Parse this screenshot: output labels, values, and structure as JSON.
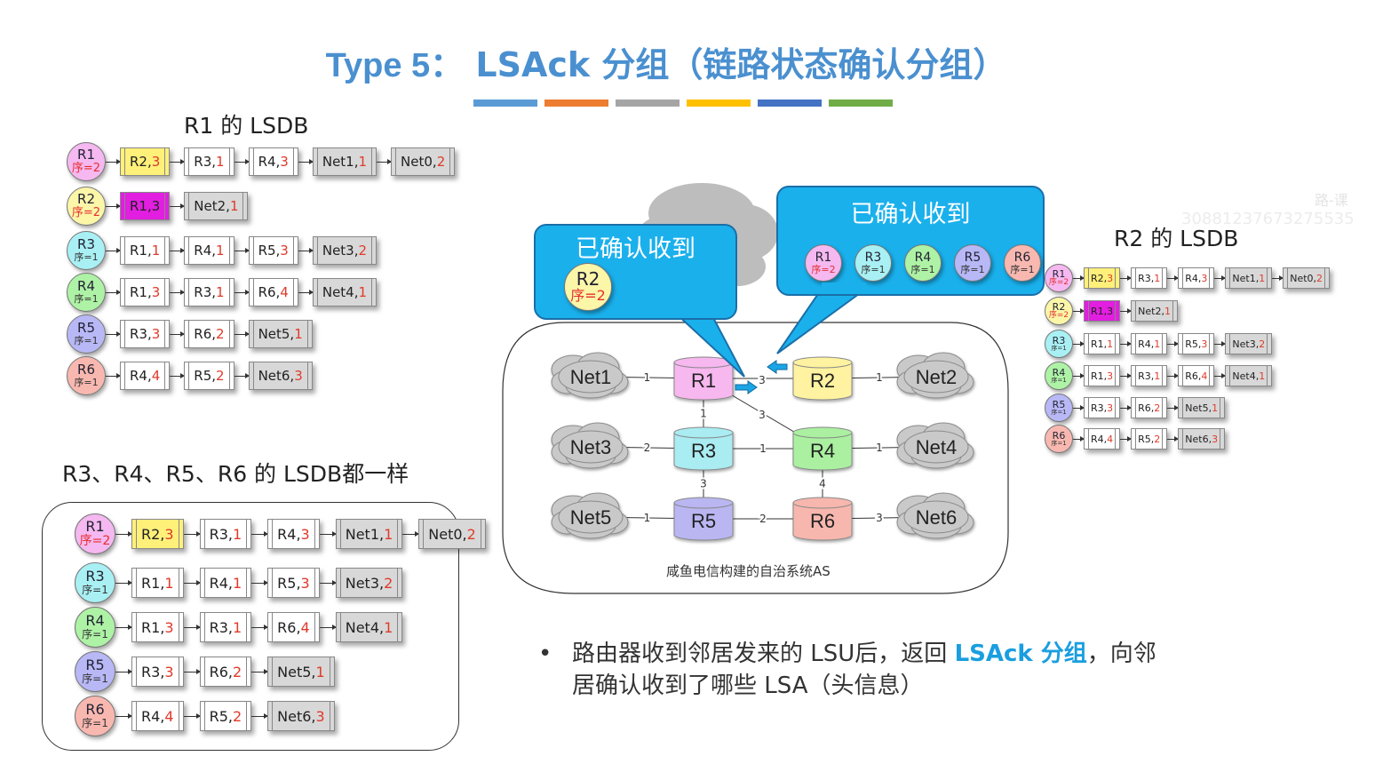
{
  "title": {
    "prefix": "Type 5：",
    "main": "LSAck 分组（链路状态确认分组）"
  },
  "color_bars": [
    "#5b9bd5",
    "#ed7d31",
    "#a5a5a5",
    "#ffc000",
    "#4472c4",
    "#70ad47"
  ],
  "sections": {
    "r1_label": "R1 的 LSDB",
    "r2_label": "R2 的 LSDB",
    "others_label": "R3、R4、R5、R6 的 LSDB都一样"
  },
  "router_colors": {
    "R1": "#f5b8f0",
    "R2": "#fbf6a8",
    "R3": "#a9f0f4",
    "R4": "#aef2a6",
    "R5": "#b8b8f6",
    "R6": "#f8b8b0"
  },
  "lsdb_r1": [
    {
      "router": "R1",
      "seq": "序=2",
      "entries": [
        {
          "name": "R2,",
          "val": "3",
          "style": "yel"
        },
        {
          "name": "R3,",
          "val": "1"
        },
        {
          "name": "R4,",
          "val": "3"
        },
        {
          "name": "Net1,",
          "val": "1",
          "style": "net"
        },
        {
          "name": "Net0,",
          "val": "2",
          "style": "net"
        }
      ]
    },
    {
      "router": "R2",
      "seq": "序=2",
      "entries": [
        {
          "name": "R1,",
          "val": "3",
          "style": "mag"
        },
        {
          "name": "Net2,",
          "val": "1",
          "style": "net"
        }
      ]
    },
    {
      "router": "R3",
      "seq": "序=1",
      "entries": [
        {
          "name": "R1,",
          "val": "1"
        },
        {
          "name": "R4,",
          "val": "1"
        },
        {
          "name": "R5,",
          "val": "3"
        },
        {
          "name": "Net3,",
          "val": "2",
          "style": "net"
        }
      ]
    },
    {
      "router": "R4",
      "seq": "序=1",
      "entries": [
        {
          "name": "R1,",
          "val": "3"
        },
        {
          "name": "R3,",
          "val": "1"
        },
        {
          "name": "R6,",
          "val": "4"
        },
        {
          "name": "Net4,",
          "val": "1",
          "style": "net"
        }
      ]
    },
    {
      "router": "R5",
      "seq": "序=1",
      "entries": [
        {
          "name": "R3,",
          "val": "3"
        },
        {
          "name": "R6,",
          "val": "2"
        },
        {
          "name": "Net5,",
          "val": "1",
          "style": "net"
        }
      ]
    },
    {
      "router": "R6",
      "seq": "序=1",
      "entries": [
        {
          "name": "R4,",
          "val": "4"
        },
        {
          "name": "R5,",
          "val": "2"
        },
        {
          "name": "Net6,",
          "val": "3",
          "style": "net"
        }
      ]
    }
  ],
  "lsdb_others": [
    {
      "router": "R1",
      "seq": "序=2",
      "entries": [
        {
          "name": "R2,",
          "val": "3",
          "style": "yel"
        },
        {
          "name": "R3,",
          "val": "1"
        },
        {
          "name": "R4,",
          "val": "3"
        },
        {
          "name": "Net1,",
          "val": "1",
          "style": "net"
        },
        {
          "name": "Net0,",
          "val": "2",
          "style": "net"
        }
      ]
    },
    {
      "router": "R3",
      "seq": "序=1",
      "entries": [
        {
          "name": "R1,",
          "val": "1"
        },
        {
          "name": "R4,",
          "val": "1"
        },
        {
          "name": "R5,",
          "val": "3"
        },
        {
          "name": "Net3,",
          "val": "2",
          "style": "net"
        }
      ]
    },
    {
      "router": "R4",
      "seq": "序=1",
      "entries": [
        {
          "name": "R1,",
          "val": "3"
        },
        {
          "name": "R3,",
          "val": "1"
        },
        {
          "name": "R6,",
          "val": "4"
        },
        {
          "name": "Net4,",
          "val": "1",
          "style": "net"
        }
      ]
    },
    {
      "router": "R5",
      "seq": "序=1",
      "entries": [
        {
          "name": "R3,",
          "val": "3"
        },
        {
          "name": "R6,",
          "val": "2"
        },
        {
          "name": "Net5,",
          "val": "1",
          "style": "net"
        }
      ]
    },
    {
      "router": "R6",
      "seq": "序=1",
      "entries": [
        {
          "name": "R4,",
          "val": "4"
        },
        {
          "name": "R5,",
          "val": "2"
        },
        {
          "name": "Net6,",
          "val": "3",
          "style": "net"
        }
      ]
    }
  ],
  "lsdb_r2": [
    {
      "router": "R1",
      "seq": "序=2",
      "entries": [
        {
          "name": "R2,",
          "val": "3",
          "style": "yel"
        },
        {
          "name": "R3,",
          "val": "1"
        },
        {
          "name": "R4,",
          "val": "3"
        },
        {
          "name": "Net1,",
          "val": "1",
          "style": "net"
        },
        {
          "name": "Net0,",
          "val": "2",
          "style": "net"
        }
      ]
    },
    {
      "router": "R2",
      "seq": "序=2",
      "entries": [
        {
          "name": "R1,",
          "val": "3",
          "style": "mag"
        },
        {
          "name": "Net2,",
          "val": "1",
          "style": "net"
        }
      ]
    },
    {
      "router": "R3",
      "seq": "序=1",
      "entries": [
        {
          "name": "R1,",
          "val": "1"
        },
        {
          "name": "R4,",
          "val": "1"
        },
        {
          "name": "R5,",
          "val": "3"
        },
        {
          "name": "Net3,",
          "val": "2",
          "style": "net"
        }
      ]
    },
    {
      "router": "R4",
      "seq": "序=1",
      "entries": [
        {
          "name": "R1,",
          "val": "3"
        },
        {
          "name": "R3,",
          "val": "1"
        },
        {
          "name": "R6,",
          "val": "4"
        },
        {
          "name": "Net4,",
          "val": "1",
          "style": "net"
        }
      ]
    },
    {
      "router": "R5",
      "seq": "序=1",
      "entries": [
        {
          "name": "R3,",
          "val": "3"
        },
        {
          "name": "R6,",
          "val": "2"
        },
        {
          "name": "Net5,",
          "val": "1",
          "style": "net"
        }
      ]
    },
    {
      "router": "R6",
      "seq": "序=1",
      "entries": [
        {
          "name": "R4,",
          "val": "4"
        },
        {
          "name": "R5,",
          "val": "2"
        },
        {
          "name": "Net6,",
          "val": "3",
          "style": "net"
        }
      ]
    }
  ],
  "bubble_left": {
    "title": "已确认收到",
    "router": "R2",
    "seq": "序=2"
  },
  "bubble_right": {
    "title": "已确认收到",
    "items": [
      {
        "router": "R1",
        "seq": "序=2"
      },
      {
        "router": "R3",
        "seq": "序=1"
      },
      {
        "router": "R4",
        "seq": "序=1"
      },
      {
        "router": "R5",
        "seq": "序=1"
      },
      {
        "router": "R6",
        "seq": "序=1"
      }
    ]
  },
  "topology": {
    "routers": [
      "R1",
      "R2",
      "R3",
      "R4",
      "R5",
      "R6"
    ],
    "networks": [
      "Net1",
      "Net2",
      "Net3",
      "Net4",
      "Net5",
      "Net6"
    ],
    "router_fill": {
      "R1": "#f7b7ef",
      "R2": "#fff2a0",
      "R3": "#a9ecf2",
      "R4": "#aaf0a0",
      "R5": "#b9b6f2",
      "R6": "#f7b7ae"
    },
    "links": [
      {
        "a": "Net1",
        "b": "R1",
        "cost": "1"
      },
      {
        "a": "R1",
        "b": "R2",
        "cost": "3"
      },
      {
        "a": "R2",
        "b": "Net2",
        "cost": "1"
      },
      {
        "a": "R1",
        "b": "R3",
        "cost": "1"
      },
      {
        "a": "R1",
        "b": "R4",
        "cost": "3"
      },
      {
        "a": "Net3",
        "b": "R3",
        "cost": "2"
      },
      {
        "a": "R3",
        "b": "R4",
        "cost": "1"
      },
      {
        "a": "R4",
        "b": "Net4",
        "cost": "1"
      },
      {
        "a": "R3",
        "b": "R5",
        "cost": "3"
      },
      {
        "a": "R4",
        "b": "R6",
        "cost": "4"
      },
      {
        "a": "Net5",
        "b": "R5",
        "cost": "1"
      },
      {
        "a": "R5",
        "b": "R6",
        "cost": "2"
      },
      {
        "a": "R6",
        "b": "Net6",
        "cost": "3"
      }
    ],
    "caption": "咸鱼电信构建的自治系统AS"
  },
  "bullet": {
    "part1": "路由器收到邻居发来的 LSU后，返回 ",
    "highlight": "LSAck 分组",
    "part2": "，向邻",
    "line2": "居确认收到了哪些 LSA（头信息）"
  },
  "watermark": {
    "line1": "路-课",
    "line2": "30881237673275535"
  }
}
